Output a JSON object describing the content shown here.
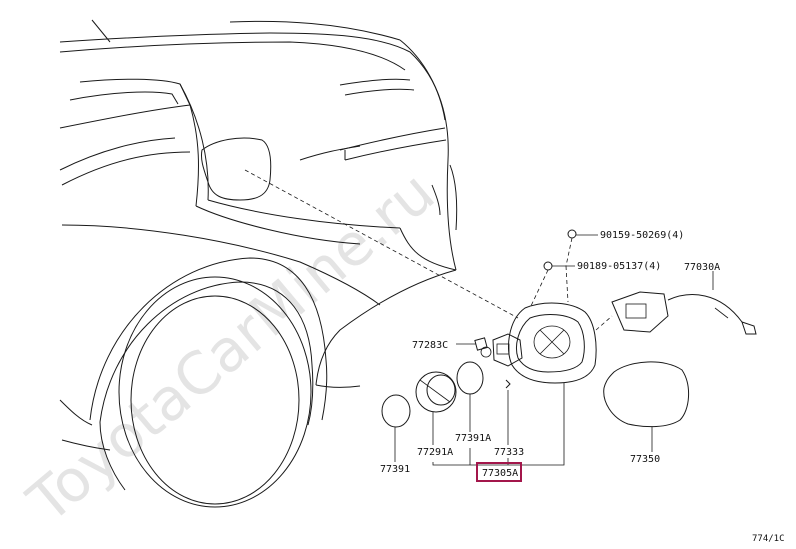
{
  "watermark": "ToyotaCarMine.ru",
  "highlight_color": "#a3164b",
  "parts": {
    "bolt_a": "90159-50269(4)",
    "bolt_b": "90189-05137(4)",
    "opener_cable": "77030A",
    "small_clip": "77283C",
    "seal_outer": "77391",
    "retainer": "77291A",
    "seal_inner": "77391A",
    "spring": "77333",
    "housing": "77305A",
    "fuel_lid": "77350"
  },
  "figure_code": "774/1C"
}
